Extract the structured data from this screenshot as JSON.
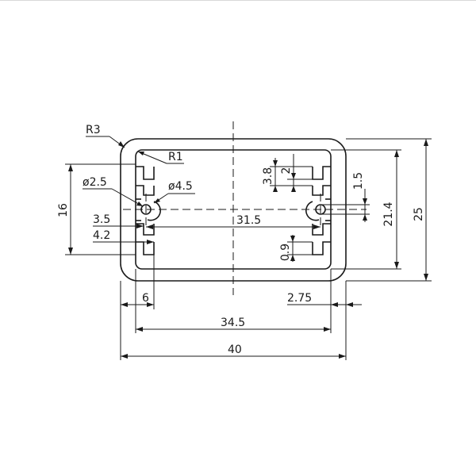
{
  "drawing": {
    "labels": {
      "r3": "R3",
      "r1": "R1",
      "dia_small": "ø2.5",
      "dia_large": "ø4.5",
      "d16": "16",
      "d3_5": "3.5",
      "d4_2": "4.2",
      "d31_5": "31.5",
      "d3_8": "3.8",
      "d2": "2",
      "d1_5": "1.5",
      "d0_9": "0.9",
      "d21_4": "21.4",
      "d25": "25",
      "d6": "6",
      "d2_75": "2.75",
      "d34_5": "34.5",
      "d40": "40"
    }
  }
}
